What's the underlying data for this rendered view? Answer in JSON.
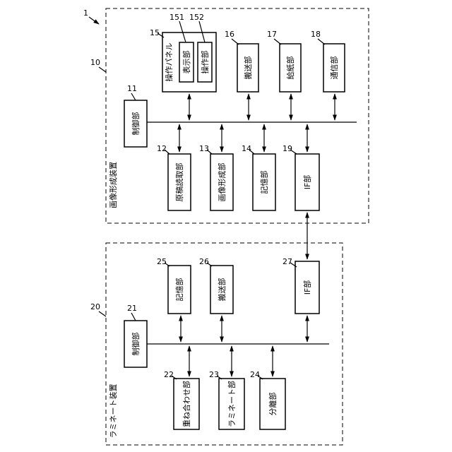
{
  "diagram": {
    "ref_system": "1",
    "apparatus1": {
      "ref": "10",
      "title": "画像形成装置",
      "controller": {
        "ref": "11",
        "label": "制御部"
      },
      "reader": {
        "ref": "12",
        "label": "原稿読取部"
      },
      "image_former": {
        "ref": "13",
        "label": "画像形成部"
      },
      "storage": {
        "ref": "14",
        "label": "記憶部"
      },
      "panel": {
        "ref": "15",
        "label": "操作パネル",
        "display": {
          "ref": "151",
          "label": "表示部"
        },
        "operation": {
          "ref": "152",
          "label": "操作部"
        }
      },
      "conveyor": {
        "ref": "16",
        "label": "搬送部"
      },
      "feeder": {
        "ref": "17",
        "label": "給紙部"
      },
      "comm": {
        "ref": "18",
        "label": "通信部"
      },
      "iface": {
        "ref": "19",
        "label": "IF部"
      }
    },
    "apparatus2": {
      "ref": "20",
      "title": "ラミネート装置",
      "controller": {
        "ref": "21",
        "label": "制御部"
      },
      "stacker": {
        "ref": "22",
        "label": "重ね合わせ部"
      },
      "laminator": {
        "ref": "23",
        "label": "ラミネート部"
      },
      "separator": {
        "ref": "24",
        "label": "分離部"
      },
      "storage": {
        "ref": "25",
        "label": "記憶部"
      },
      "conveyor": {
        "ref": "26",
        "label": "搬送部"
      },
      "iface": {
        "ref": "27",
        "label": "IF部"
      }
    }
  }
}
